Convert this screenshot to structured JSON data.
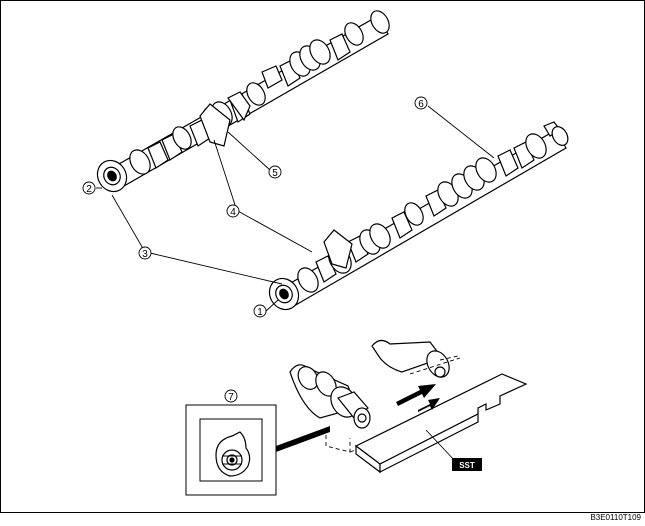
{
  "callouts": [
    "1",
    "2",
    "3",
    "4",
    "5",
    "6",
    "7"
  ],
  "sst_label": "SST",
  "figure_code": "B3E0110T109"
}
